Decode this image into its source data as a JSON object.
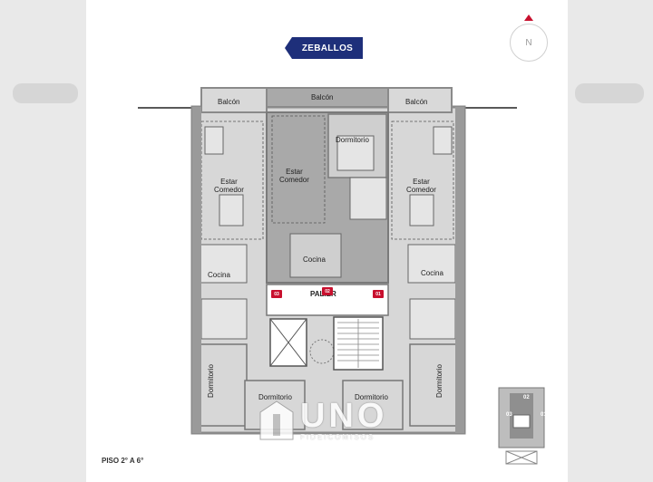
{
  "street_name": "ZEBALLOS",
  "compass": {
    "north_label": "N",
    "arrow_color": "#c8102e"
  },
  "floor_label": "PISO 2° A 6°",
  "rooms": {
    "balcon_left": "Balcón",
    "balcon_center": "Balcón",
    "balcon_right": "Balcón",
    "dormitorio_top": "Dormitorio",
    "estar_left": "Estar\nComedor",
    "estar_center": "Estar\nComedor",
    "estar_right": "Estar\nComedor",
    "cocina_left": "Cocina",
    "cocina_center": "Cocina",
    "cocina_right": "Cocina",
    "dormitorio_left": "Dormitorio",
    "dormitorio_right": "Dormitorio",
    "dormitorio_bottom_left": "Dormitorio",
    "dormitorio_bottom_right": "Dormitorio",
    "palier": "PALIER"
  },
  "unit_tags": {
    "left": "03",
    "center": "02",
    "right": "01"
  },
  "keyplan": {
    "top": "02",
    "left": "03",
    "right": "01"
  },
  "watermark": {
    "brand": "UNO",
    "sub": "FIDEICOMISOS"
  },
  "colors": {
    "brand_blue": "#1e2f7a",
    "accent_red": "#c8102e",
    "highlight_unit": "#a9a9a9",
    "wall": "#8a8a8a",
    "floor": "#d7d7d7"
  }
}
